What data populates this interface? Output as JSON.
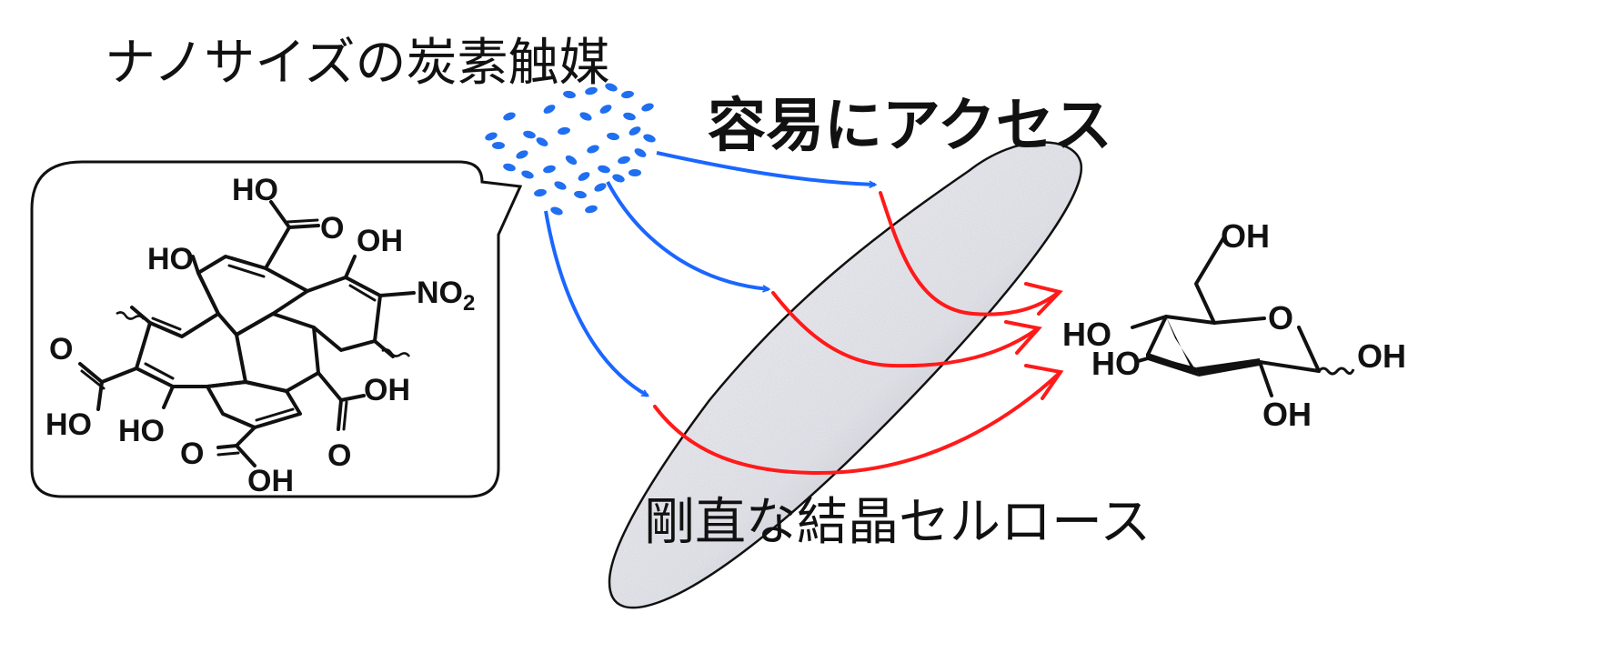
{
  "labels": {
    "catalyst": "ナノサイズの炭素触媒",
    "access": "容易にアクセス",
    "cellulose": "剛直な結晶セルロース"
  },
  "catalyst_molecule": {
    "groups": {
      "ho_top": "HO",
      "o_top": "O",
      "ho_left": "HO",
      "oh_right": "OH",
      "no2": "NO",
      "no2_sub": "2",
      "o_left": "O",
      "ho_bottom_left": "HO",
      "ho_bottom": "HO",
      "o_bottom": "O",
      "oh_bottom_right": "OH",
      "o_bottom_right": "O",
      "oh_bottom": "OH"
    }
  },
  "glucose": {
    "groups": {
      "oh_top": "OH",
      "o_ring": "O",
      "ho_left_top": "HO",
      "ho_left_bottom": "HO",
      "oh_right": "OH",
      "oh_bottom": "OH"
    }
  },
  "colors": {
    "catalyst_arrows": "#1a66ff",
    "product_arrows": "#ff1a1a",
    "nanoparticles": "#1f6ff0",
    "cellulose_fill": "#ececf0"
  }
}
